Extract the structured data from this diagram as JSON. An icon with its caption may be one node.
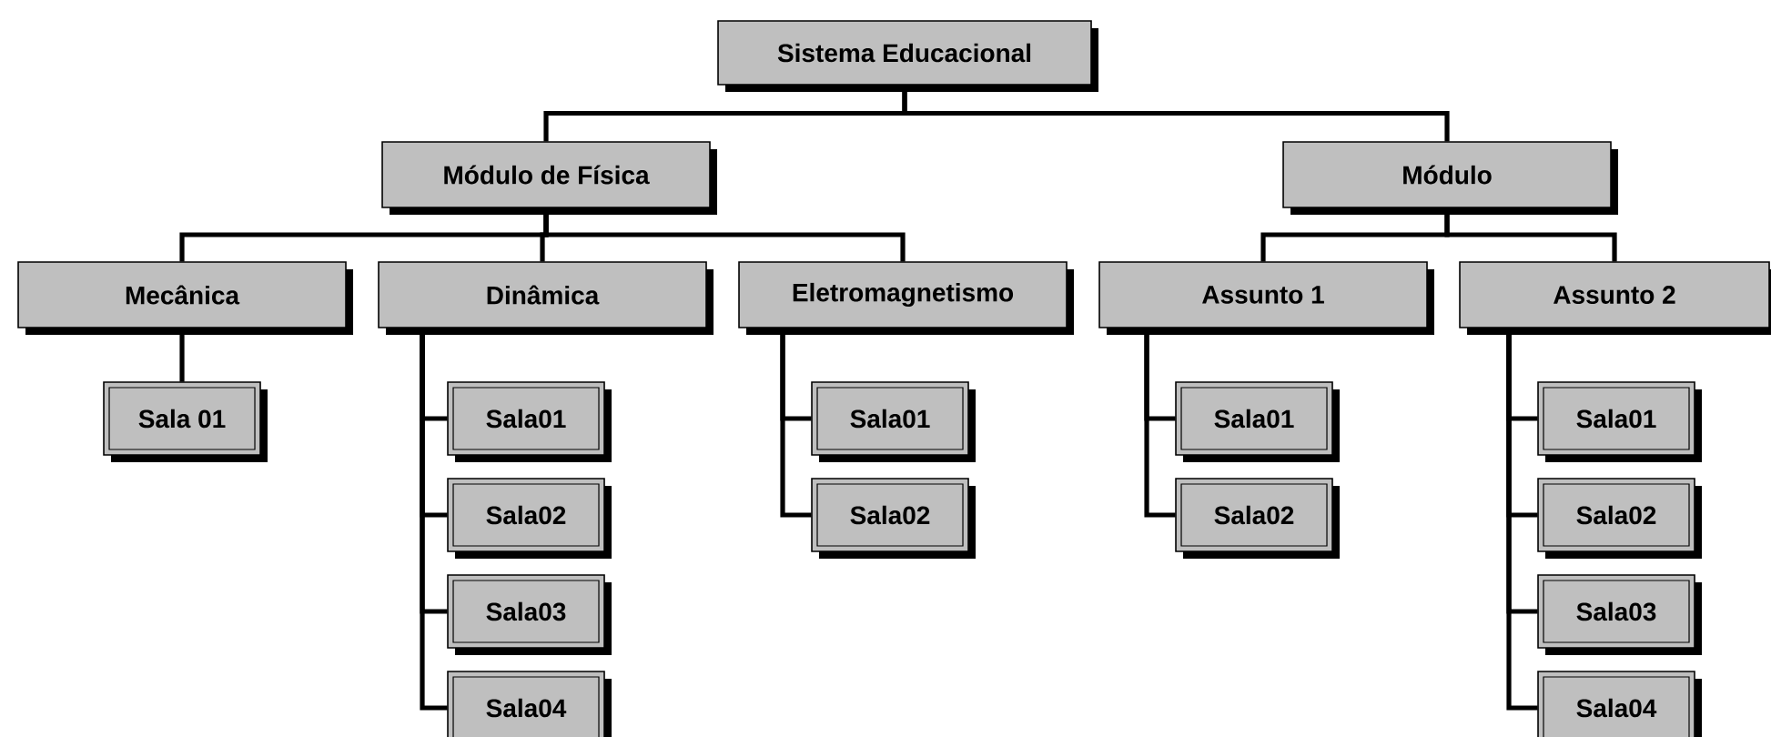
{
  "diagram": {
    "nodes": [
      {
        "text": [
          "Sistema Educacional"
        ]
      },
      {
        "text": [
          "Módulo de Física"
        ]
      },
      {
        "text": [
          "Módulo"
        ]
      },
      {
        "text": [
          "Mecânica"
        ]
      },
      {
        "text": [
          "Dinâmica"
        ]
      },
      {
        "text": [
          "Eletromagnetismo"
        ]
      },
      {
        "text": [
          "Assunto 1"
        ]
      },
      {
        "text": [
          "Assunto 2"
        ]
      },
      {
        "text": [
          "Sala 01"
        ]
      },
      {
        "text": [
          "Sala01"
        ]
      },
      {
        "text": [
          "Sala02"
        ]
      },
      {
        "text": [
          "Sala03"
        ]
      },
      {
        "text": [
          "Sala04"
        ]
      },
      {
        "text": [
          "Sala01"
        ]
      },
      {
        "text": [
          "Sala02"
        ]
      },
      {
        "text": [
          "Sala01"
        ]
      },
      {
        "text": [
          "Sala02"
        ]
      },
      {
        "text": [
          "Sala01"
        ]
      },
      {
        "text": [
          "Sala02"
        ]
      },
      {
        "text": [
          "Sala03"
        ]
      },
      {
        "text": [
          "Sala04"
        ]
      }
    ],
    "edges": [
      {
        "from": 0,
        "to": 1,
        "arrow": "none"
      },
      {
        "from": 0,
        "to": 2,
        "arrow": "none"
      },
      {
        "from": 1,
        "to": 3,
        "arrow": "none"
      },
      {
        "from": 1,
        "to": 4,
        "arrow": "none"
      },
      {
        "from": 1,
        "to": 5,
        "arrow": "none"
      },
      {
        "from": 2,
        "to": 6,
        "arrow": "none"
      },
      {
        "from": 2,
        "to": 7,
        "arrow": "none"
      },
      {
        "from": 3,
        "to": 8,
        "arrow": "none"
      },
      {
        "from": 4,
        "to": 9,
        "arrow": "none"
      },
      {
        "from": 4,
        "to": 10,
        "arrow": "none"
      },
      {
        "from": 4,
        "to": 11,
        "arrow": "none"
      },
      {
        "from": 4,
        "to": 12,
        "arrow": "none"
      },
      {
        "from": 5,
        "to": 13,
        "arrow": "none"
      },
      {
        "from": 5,
        "to": 14,
        "arrow": "none"
      },
      {
        "from": 6,
        "to": 15,
        "arrow": "none"
      },
      {
        "from": 6,
        "to": 16,
        "arrow": "none"
      },
      {
        "from": 7,
        "to": 17,
        "arrow": "none"
      },
      {
        "from": 7,
        "to": 18,
        "arrow": "none"
      },
      {
        "from": 7,
        "to": 19,
        "arrow": "none"
      },
      {
        "from": 7,
        "to": 20,
        "arrow": "none"
      }
    ]
  }
}
